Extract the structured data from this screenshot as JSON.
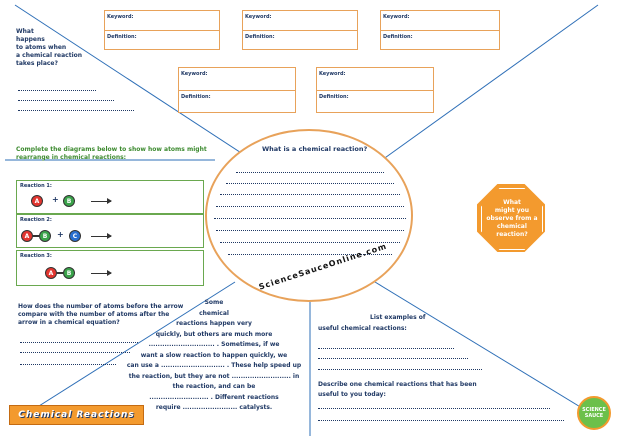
{
  "keyword_boxes": [
    {
      "keyword_label": "Keyword:",
      "definition_label": "Definition:"
    },
    {
      "keyword_label": "Keyword:",
      "definition_label": "Definition:"
    },
    {
      "keyword_label": "Keyword:",
      "definition_label": "Definition:"
    },
    {
      "keyword_label": "Keyword:",
      "definition_label": "Definition:"
    },
    {
      "keyword_label": "Keyword:",
      "definition_label": "Definition:"
    }
  ],
  "atoms_question": {
    "line1": "What",
    "line2": "happens",
    "line3": "to atoms when",
    "line4": "a chemical reaction",
    "line5": "takes place?"
  },
  "diagrams": {
    "instruction_line1": "Complete the diagrams below to show how atoms might",
    "instruction_line2": "rearrange in chemical reactions:",
    "reaction1": {
      "label": "Reaction 1:",
      "atom_a": "A",
      "plus": "+",
      "atom_b": "B"
    },
    "reaction2": {
      "label": "Reaction 2:",
      "atom_a": "A",
      "atom_b": "B",
      "plus": "+",
      "atom_c": "C"
    },
    "reaction3": {
      "label": "Reaction 3:",
      "atom_a": "A",
      "atom_b": "B"
    }
  },
  "center_circle": {
    "question": "What is a chemical reaction?",
    "website": "ScienceSauceOnline.com"
  },
  "observe_sign": {
    "line1": "What",
    "line2": "might you",
    "line3": "observe from a",
    "line4": "chemical",
    "line5": "reaction?"
  },
  "number_question": {
    "line1": "How does the number of atoms before the arrow",
    "line2": "compare with the number of atoms after the",
    "line3": "arrow in a chemical equation?"
  },
  "cloze": {
    "l1": "Some",
    "l2": "chemical",
    "l3": "reactions happen very",
    "l4": "quickly, but others are much more",
    "l5": "............................. . Sometimes, if we",
    "l6": "want a slow reaction to happen quickly, we",
    "l7": "can use a ............................ . These help speed up",
    "l8": "the reaction, but they are not .......................... in",
    "l9": "the reaction, and can be",
    "l10": ".......................... . Different reactions",
    "l11": "require ........................ catalysts."
  },
  "useful": {
    "line1": "List examples of",
    "line2": "useful chemical reactions:",
    "describe": "Describe one chemical reactions that has been",
    "describe2": "useful to you today:"
  },
  "title": "Chemical Reactions",
  "logo": {
    "line1": "SCIENCE",
    "line2": "SAUCE"
  },
  "colors": {
    "navy": "#1f3864",
    "orange": "#f39a2e",
    "green": "#6aa84f",
    "atom_a": "#e2352f",
    "atom_b": "#3aa24a",
    "atom_c": "#2a6fd0"
  }
}
